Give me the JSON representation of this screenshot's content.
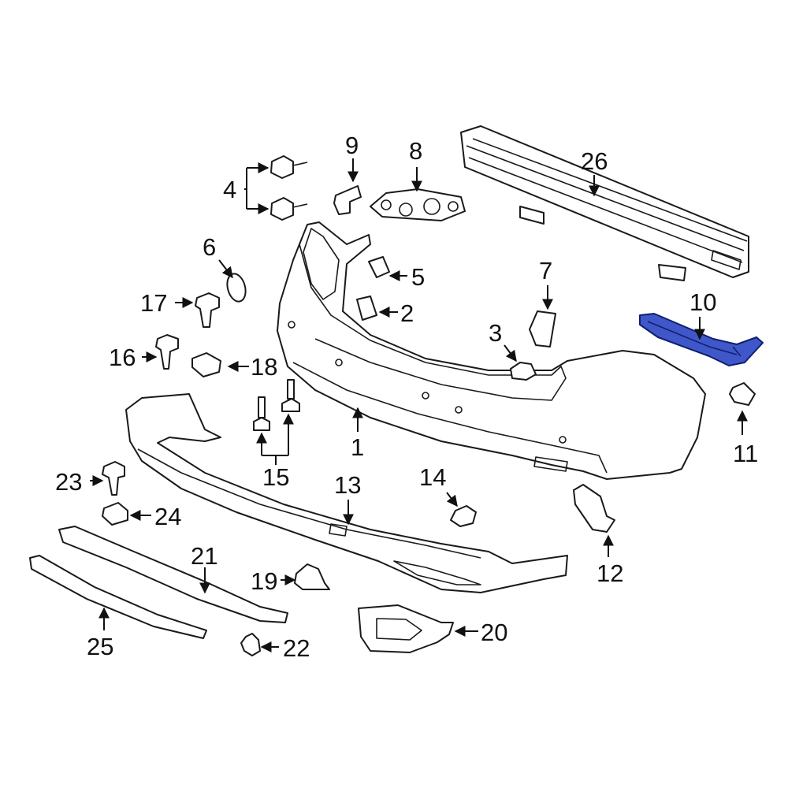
{
  "callouts": {
    "c1": "1",
    "c2": "2",
    "c3": "3",
    "c4": "4",
    "c5": "5",
    "c6": "6",
    "c7": "7",
    "c8": "8",
    "c9": "9",
    "c10": "10",
    "c11": "11",
    "c12": "12",
    "c13": "13",
    "c14": "14",
    "c15": "15",
    "c16": "16",
    "c17": "17",
    "c18": "18",
    "c19": "19",
    "c20": "20",
    "c21": "21",
    "c22": "22",
    "c23": "23",
    "c24": "24",
    "c25": "25",
    "c26": "26"
  },
  "highlight_color": "#3f57c9",
  "highlighted_part": "10"
}
